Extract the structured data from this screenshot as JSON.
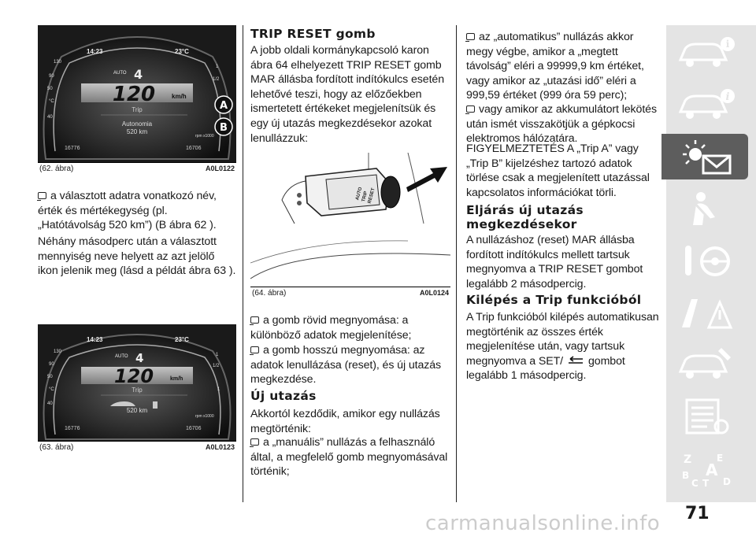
{
  "figures": {
    "fig62": {
      "caption": "(62. ábra)",
      "code": "A0L0122",
      "cluster": {
        "time": "14:23",
        "temp": "23°C",
        "gear": "4",
        "mode": "AUTO",
        "speed": "120",
        "unit": "km/h",
        "line1": "Trip",
        "line2": "Autonomia",
        "line3": "520 km",
        "odo_left": "16776",
        "odo_right": "16706",
        "scale": [
          "130",
          "90",
          "50",
          "°C",
          "40",
          "1",
          "1/2",
          "1",
          "rpm x1000"
        ]
      },
      "callouts": [
        "A",
        "B"
      ]
    },
    "fig63": {
      "caption": "(63. ábra)",
      "code": "A0L0123",
      "cluster": {
        "time": "14:23",
        "temp": "23°C",
        "gear": "4",
        "mode": "AUTO",
        "speed": "120",
        "unit": "km/h",
        "line1": "Trip",
        "line3": "520 km",
        "odo_left": "16776",
        "odo_right": "16706",
        "scale": [
          "130",
          "90",
          "50",
          "°C",
          "40",
          "1",
          "1/2",
          "1",
          "rpm x1000"
        ]
      }
    },
    "fig64": {
      "caption": "(64. ábra)",
      "code": "A0L0124",
      "stalk": {
        "l1": "AUTO",
        "l2": "TRIP",
        "l3": "RESET"
      }
    }
  },
  "col1": {
    "bullet1": "a választott adatra vonatkozó név, érték és mértékegység (pl. „Hatótávolság 520 km”) (B ábra 62 ).",
    "para1": "Néhány másodperc után a választott mennyiség neve helyett az azt jelölő ikon jelenik meg (lásd a példát ábra 63 )."
  },
  "col2": {
    "heading_reset": "TRIP RESET gomb",
    "para_reset": "A jobb oldali kormánykapcsoló karon ábra 64 elhelyezett TRIP RESET gomb MAR állásba fordított indítókulcs esetén lehetővé teszi, hogy az előzőekben ismertetett értékeket megjelenítsük és egy új utazás megkezdésekor azokat lenullázzuk:",
    "bullet_short": "a gomb rövid megnyomása: a különböző adatok megjelenítése;",
    "bullet_long": "a gomb hosszú megnyomása: az adatok lenullázása (reset), és új utazás megkezdése.",
    "heading_new": "Új utazás",
    "para_new": "Akkortól kezdődik, amikor egy nullázás megtörténik:",
    "bullet_manual": "a „manuális” nullázás a felhasználó által, a megfelelő gomb megnyomásával történik;"
  },
  "col3": {
    "bullet_auto": "az „automatikus” nullázás akkor megy végbe, amikor a „megtett távolság” eléri a 99999,9 km értéket, vagy amikor az „utazási idő” eléri a 999,59 értéket (999 óra 59 perc);",
    "bullet_battery": "vagy amikor az akkumulátort lekötés után ismét visszakötjük a gépkocsi elektromos hálózatára.",
    "para_warning": "FIGYELMEZTETÉS A „Trip A” vagy „Trip B” kijelzéshez tartozó adatok törlése csak a megjelenített utazással kapcsolatos információkat törli.",
    "heading_start": "Eljárás új utazás megkezdésekor",
    "para_start": "A nullázáshoz (reset) MAR állásba fordított indítókulcs mellett tartsuk megnyomva a TRIP RESET gombot legalább 2 másodpercig.",
    "heading_exit": "Kilépés a Trip funkcióból",
    "para_exit_1": "A Trip funkcióból kilépés automatikusan megtörténik az összes érték megjelenítése után, vagy tartsuk megnyomva a SET/",
    "para_exit_2": "gombot legalább 1 másodpercig."
  },
  "sidebar": {
    "active_index": 2,
    "items": [
      "car-info-icon",
      "car-alert-icon",
      "light-envelope-icon",
      "seatbelt-person-icon",
      "wrench-steering-icon",
      "road-warning-icon",
      "car-service-icon",
      "spec-sheet-icon",
      "alphabet-index-icon"
    ]
  },
  "page_number": "71",
  "watermark": "carmanualsonline.info"
}
